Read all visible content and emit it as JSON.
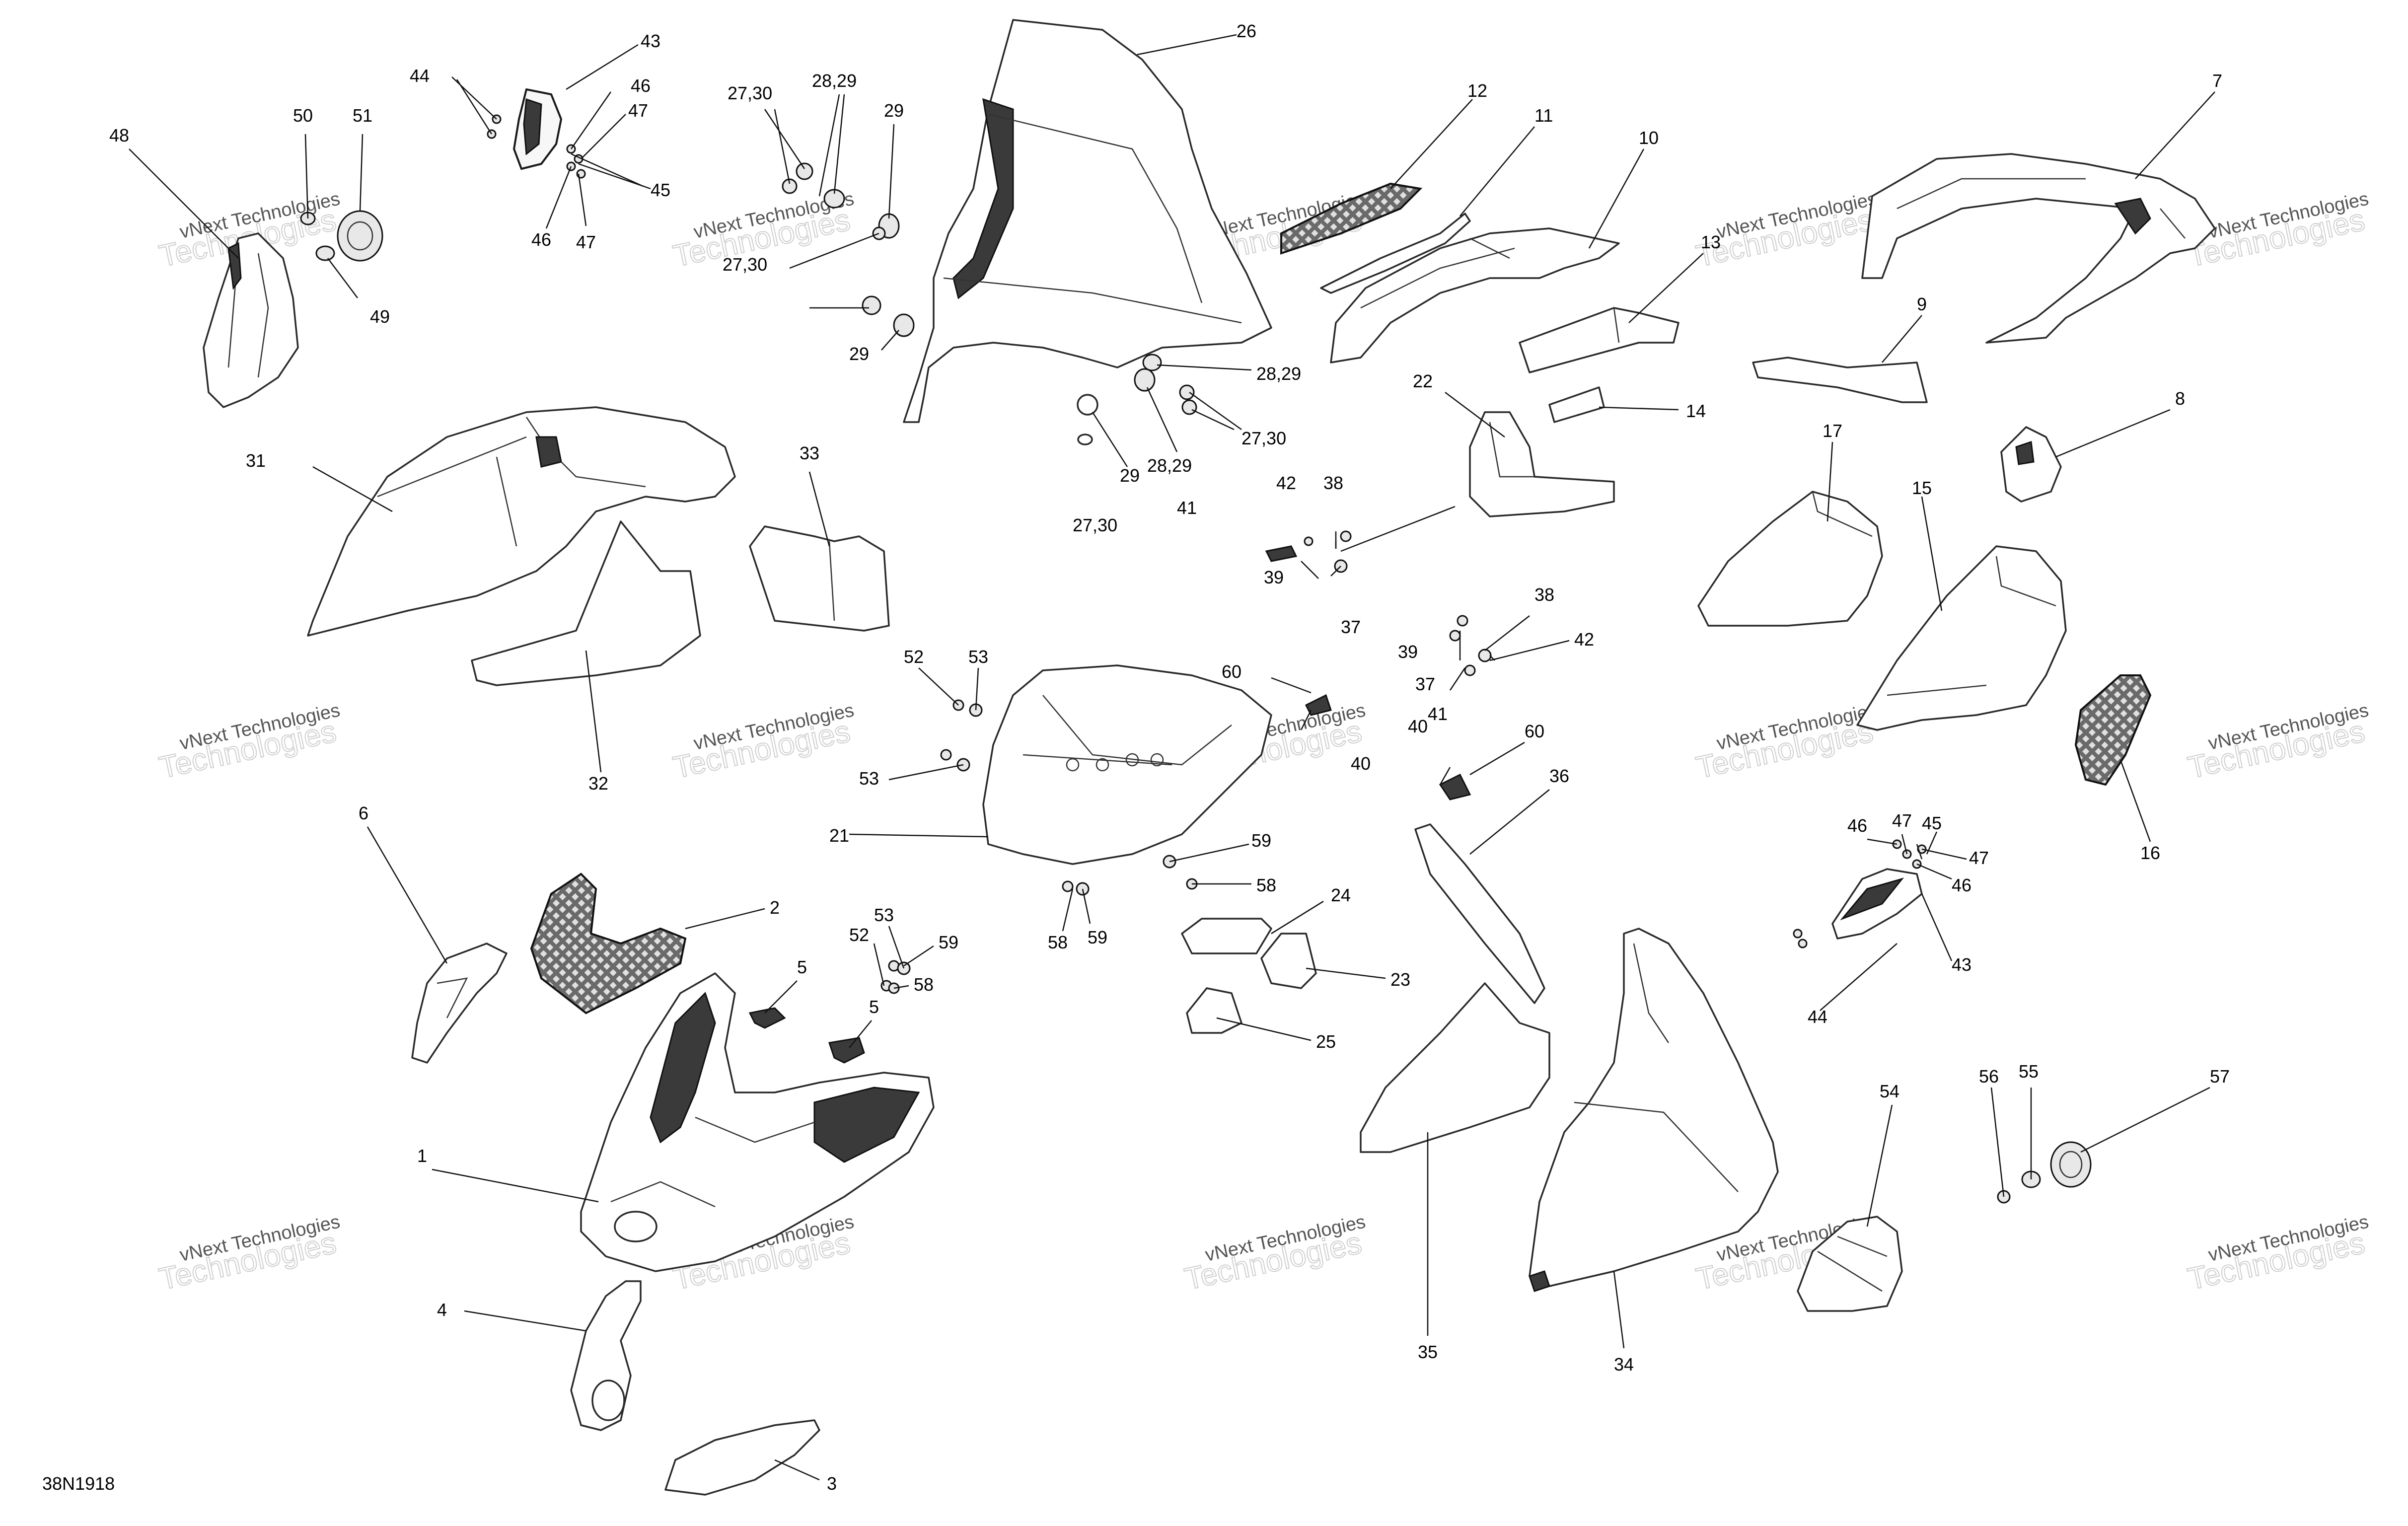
{
  "drawing_code": "38N1918",
  "watermark": {
    "line1": "vNext Technologies",
    "line2": "Technologies"
  },
  "callouts": {
    "c1": "1",
    "c2": "2",
    "c3": "3",
    "c4": "4",
    "c5a": "5",
    "c5b": "5",
    "c6": "6",
    "c7": "7",
    "c8": "8",
    "c9": "9",
    "c10": "10",
    "c11": "11",
    "c12": "12",
    "c13": "13",
    "c14": "14",
    "c15": "15",
    "c16": "16",
    "c17": "17",
    "c21": "21",
    "c22": "22",
    "c23": "23",
    "c24": "24",
    "c25": "25",
    "c26": "26",
    "c27_30a": "27,30",
    "c27_30b": "27,30",
    "c27_30c": "27,30",
    "c27_30d": "27,30",
    "c28_29a": "28,29",
    "c28_29b": "28,29",
    "c28_29c": "28,29",
    "c29a": "29",
    "c29b": "29",
    "c29c": "29",
    "c31": "31",
    "c32": "32",
    "c33": "33",
    "c34": "34",
    "c35": "35",
    "c36": "36",
    "c37a": "37",
    "c37b": "37",
    "c38a": "38",
    "c38b": "38",
    "c39a": "39",
    "c39b": "39",
    "c40a": "40",
    "c40b": "40",
    "c41a": "41",
    "c41b": "41",
    "c42a": "42",
    "c42b": "42",
    "c43a": "43",
    "c43b": "43",
    "c44a": "44",
    "c44b": "44",
    "c45a": "45",
    "c45b": "45",
    "c46a": "46",
    "c46b": "46",
    "c46c": "46",
    "c46d": "46",
    "c47a": "47",
    "c47b": "47",
    "c47c": "47",
    "c47d": "47",
    "c48": "48",
    "c49": "49",
    "c50": "50",
    "c51": "51",
    "c52a": "52",
    "c52b": "52",
    "c53a": "53",
    "c53b": "53",
    "c53c": "53",
    "c54": "54",
    "c55": "55",
    "c56": "56",
    "c57": "57",
    "c58a": "58",
    "c58b": "58",
    "c58c": "58",
    "c59a": "59",
    "c59b": "59",
    "c59c": "59",
    "c60a": "60",
    "c60b": "60"
  }
}
